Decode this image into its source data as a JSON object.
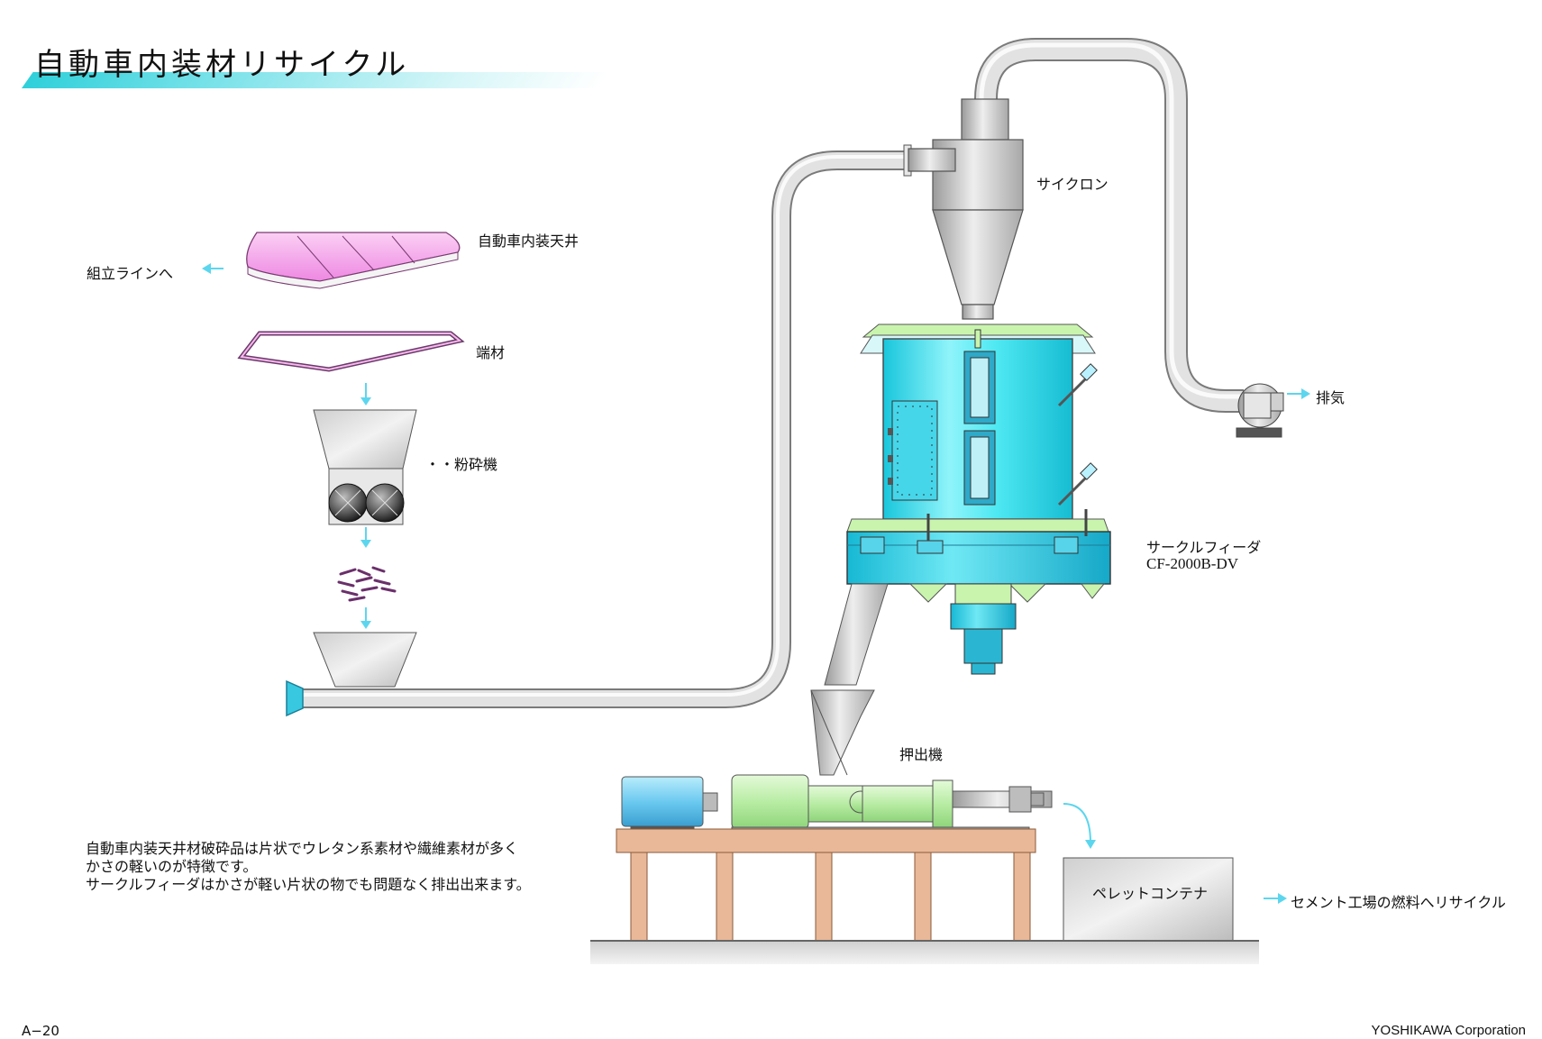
{
  "title": "自動車内装材リサイクル",
  "labels": {
    "ceiling": "自動車内装天井",
    "assembly": "組立ラインへ",
    "scrap": "端材",
    "crusher": "・・粉砕機",
    "cyclone": "サイクロン",
    "exhaust": "排気",
    "feeder_name": "サークルフィーダ",
    "feeder_model": "CF-2000B-DV",
    "extruder": "押出機",
    "container": "ペレットコンテナ",
    "recycle": "セメント工場の燃料へリサイクル"
  },
  "description": [
    "自動車内装天井材破砕品は片状でウレタン系素材や繊維素材が多く",
    "かさの軽いのが特徴です。",
    "サークルフィーダはかさが軽い片状の物でも問題なく排出出来ます。"
  ],
  "footer": {
    "page": "A−20",
    "company": "YOSHIKAWA Corporation"
  },
  "colors": {
    "accent": "#2fd0da",
    "feeder_body": "#33e4ee",
    "feeder_base": "#1fc8e0",
    "pipe": "#dcdcdc",
    "ceiling_panel": "#f6a8ec",
    "extruder_green": "#c4f0b4",
    "motor_blue": "#7fd4f2",
    "table_wood": "#e8b898",
    "arrow": "#5cd6ee"
  }
}
